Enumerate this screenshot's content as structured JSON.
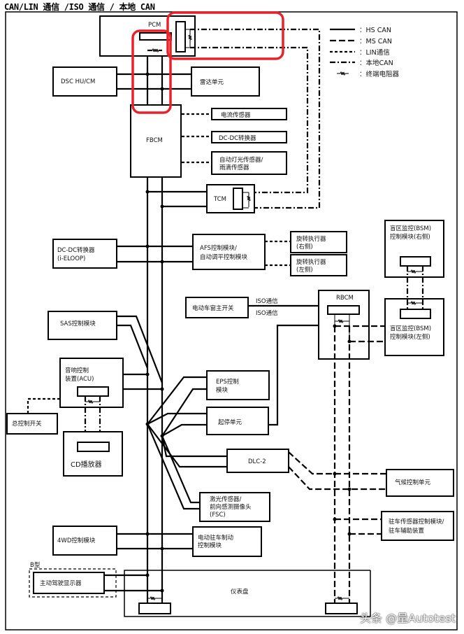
{
  "title": "CAN/LIN 通信 /ISO 通信 / 本地 CAN",
  "legend": {
    "items": [
      {
        "style": "solid",
        "label": "：HS CAN"
      },
      {
        "style": "long-dash",
        "label": "：MS CAN"
      },
      {
        "style": "dotted",
        "label": "：LIN通信"
      },
      {
        "style": "dash-dot",
        "label": "：本地CAN"
      },
      {
        "style": "resistor",
        "label": "：终端电阻器"
      }
    ]
  },
  "modules": {
    "pcm": "PCM",
    "dsc": "DSC HU/CM",
    "radar": "雷达单元",
    "fbcm": "FBCM",
    "current_sensor": "电流传感器",
    "dcdc": "DC-DC转换器",
    "light_rain_1": "自动灯光传感器/",
    "light_rain_2": "雨滴传感器",
    "tcm": "TCM",
    "dcdc_iloop_1": "DC-DC转换器",
    "dcdc_iloop_2": "(i-ELOOP)",
    "afs_1": "AFS控制模块/",
    "afs_2": "自动调平控制模块",
    "rot_right_1": "旋转执行器",
    "rot_right_2": "(右侧)",
    "rot_left_1": "旋转执行器",
    "rot_left_2": "(左侧)",
    "bsm_right_1": "盲区监控(BSM)",
    "bsm_right_2": "控制模块(右侧)",
    "bsm_left_1": "盲区监控(BSM)",
    "bsm_left_2": "控制模块(左侧)",
    "window_switch": "电动车窗主开关",
    "iso_1": "ISO通信",
    "iso_2": "ISO通信",
    "rbcm": "RBCM",
    "sas": "SAS控制模块",
    "acu_1": "音响控制",
    "acu_2": "装置(ACU)",
    "master_switch": "总控制开关",
    "cd": "CD播放器",
    "eps_1": "EPS控制",
    "eps_2": "模块",
    "start_stop": "起停单元",
    "dlc": "DLC-2",
    "climate": "气候控制单元",
    "laser_1": "激光传感器/",
    "laser_2": "前向感测摄像头",
    "laser_3": "(FSC)",
    "parking_sensor_1": "驻车传感器控制模块/",
    "parking_sensor_2": "驻车辅助装置",
    "awd": "4WD控制模块",
    "epb_1": "电动驻车制动",
    "epb_2": "控制模块",
    "b_type": "B型",
    "hud": "主动驾驶显示器",
    "cluster": "仪表盘"
  },
  "watermark": "头条 @量Autotest",
  "colors": {
    "highlight": "#e8222a",
    "line": "#000000",
    "background": "#ffffff"
  }
}
